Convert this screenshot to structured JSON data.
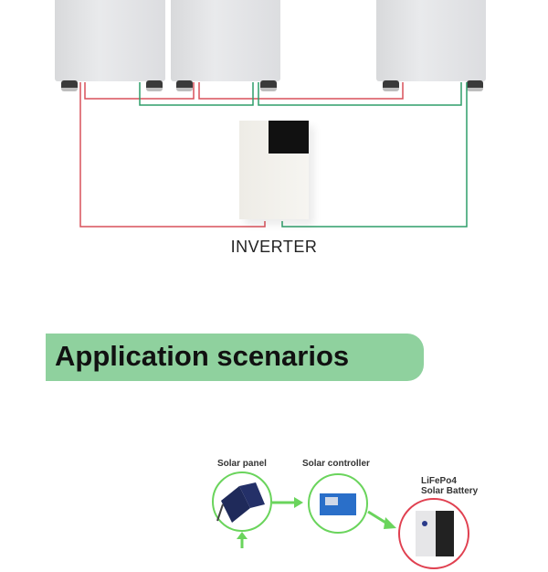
{
  "diagram": {
    "inverter_label": "INVERTER",
    "colors": {
      "positive_wire": "#d9515a",
      "negative_wire": "#2f9e6a"
    }
  },
  "section": {
    "title": "Application scenarios",
    "accent": "#8fd19e"
  },
  "scenario": {
    "solar_panel_label": "Solar panel",
    "controller_label": "Solar controller",
    "battery_label_line1": "LiFePo4",
    "battery_label_line2": "Solar Battery"
  }
}
